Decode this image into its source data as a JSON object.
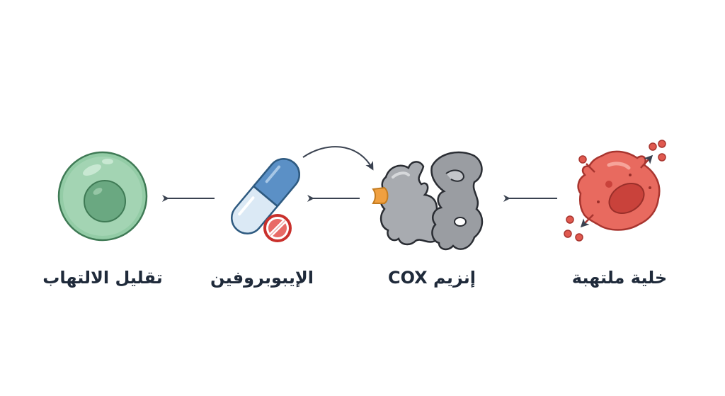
{
  "diagram": {
    "flow_direction": "right-to-left",
    "background": "#ffffff",
    "nodes": [
      {
        "id": "inflamed-cell",
        "label": "خلية ملتهبة",
        "color": "#e0594f"
      },
      {
        "id": "cox-enzyme",
        "label": "إنزيم COX",
        "color": "#a3a6aa",
        "site_color": "#f0a040"
      },
      {
        "id": "ibuprofen",
        "label": "الإيبوبروفين",
        "color": "#5a8fc4",
        "block_color": "#e05050"
      },
      {
        "id": "reduced-inflammation",
        "label": "تقليل الالتهاب",
        "color": "#8cc7a0"
      }
    ],
    "arrows": [
      {
        "from": "inflamed-cell",
        "to": "cox-enzyme",
        "style": "straight"
      },
      {
        "from": "cox-enzyme",
        "to": "ibuprofen",
        "style": "straight"
      },
      {
        "from": "ibuprofen",
        "to": "cox-enzyme",
        "style": "curved"
      },
      {
        "from": "ibuprofen",
        "to": "reduced-inflammation",
        "style": "straight"
      }
    ],
    "arrow_color": "#3a4250"
  }
}
